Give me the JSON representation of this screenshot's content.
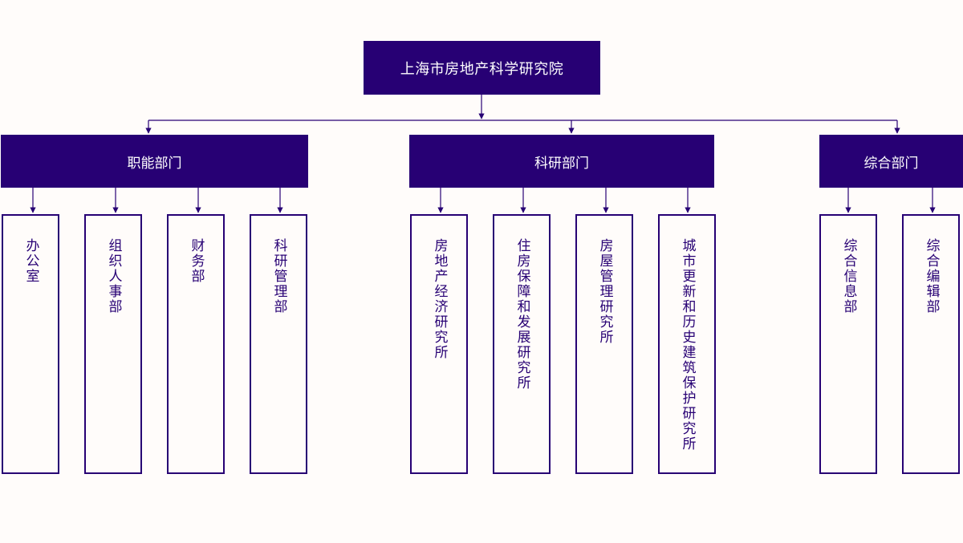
{
  "org": {
    "root": "上海市房地产科学研究院",
    "departments": [
      {
        "label": "职能部门",
        "units": [
          "办公室",
          "组织人事部",
          "财务部",
          "科研管理部"
        ]
      },
      {
        "label": "科研部门",
        "units": [
          "房地产经济研究所",
          "住房保障和发展研究所",
          "房屋管理研究所",
          "城市更新和历史建筑保护研究所"
        ]
      },
      {
        "label": "综合部门",
        "units": [
          "综合信息部",
          "综合编辑部"
        ]
      }
    ]
  },
  "colors": {
    "primary": "#270074",
    "background": "#fffcfa"
  }
}
